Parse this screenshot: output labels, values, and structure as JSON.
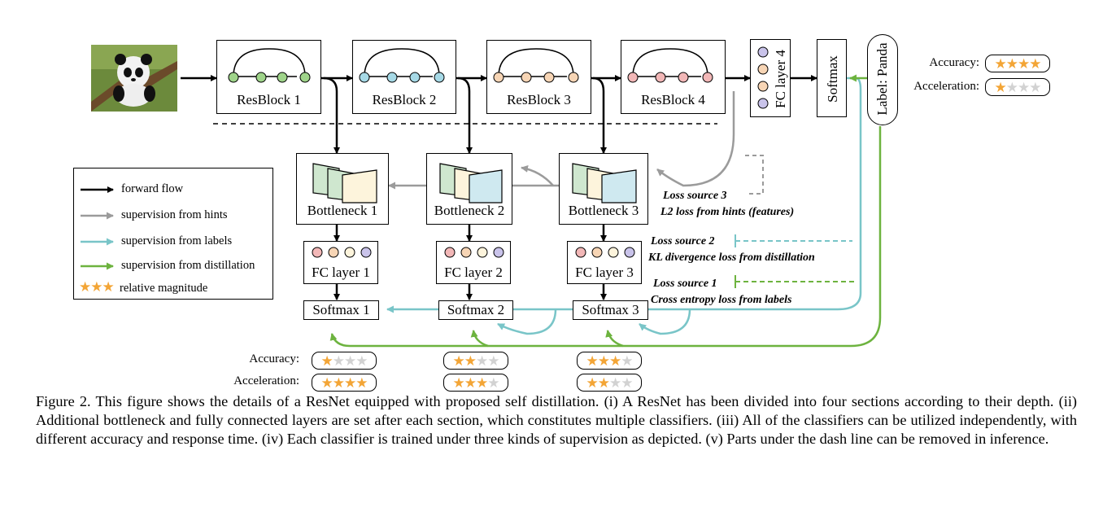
{
  "blocks": {
    "resblocks": [
      "ResBlock 1",
      "ResBlock 2",
      "ResBlock 3",
      "ResBlock 4"
    ],
    "fc4": "FC layer 4",
    "softmax_top": "Softmax",
    "label": "Label: Panda",
    "bottlenecks": [
      "Bottleneck 1",
      "Bottleneck 2",
      "Bottleneck 3"
    ],
    "fc_layers": [
      "FC layer 1",
      "FC layer 2",
      "FC layer 3"
    ],
    "softmaxes": [
      "Softmax 1",
      "Softmax 2",
      "Softmax 3"
    ]
  },
  "ratings": {
    "accuracy_label": "Accuracy:",
    "acceleration_label": "Acceleration:",
    "classifier4": {
      "accuracy": 4,
      "acceleration": 1
    },
    "classifier1": {
      "accuracy": 1,
      "acceleration": 4
    },
    "classifier2": {
      "accuracy": 2,
      "acceleration": 3
    },
    "classifier3": {
      "accuracy": 3,
      "acceleration": 2
    },
    "max_stars": 4
  },
  "legend": {
    "items": [
      {
        "text": "forward flow",
        "color": "#000000"
      },
      {
        "text": "supervision from hints",
        "color": "#9b9b9b"
      },
      {
        "text": "supervision from labels",
        "color": "#79c5c8"
      },
      {
        "text": "supervision from distillation",
        "color": "#6db33f"
      },
      {
        "text": "relative magnitude",
        "color": "#f3a536"
      }
    ]
  },
  "losses": {
    "source3": "Loss source 3",
    "source3_desc": "L2 loss from hints (features)",
    "source2": "Loss source 2",
    "source2_desc": "KL divergence loss from distillation",
    "source1": "Loss source 1",
    "source1_desc": "Cross entropy loss from labels"
  },
  "colors": {
    "hints": "#9b9b9b",
    "labels": "#79c5c8",
    "distillation": "#6db33f",
    "star_on": "#f3a536",
    "star_off": "#d2d2d2",
    "node_green": "#9fd48a",
    "node_blue": "#a6d9e6",
    "node_peach": "#f7d5b5",
    "node_pink": "#f2b7b7",
    "node_lavender": "#c9c3ea"
  },
  "caption": "Figure 2. This figure shows the details of a ResNet equipped with proposed self distillation. (i) A ResNet has been divided into four sections according to their depth. (ii) Additional bottleneck and fully connected layers are set after each section, which constitutes multiple classifiers. (iii) All of the classifiers can be utilized independently, with different accuracy and response time. (iv) Each classifier is trained under three kinds of supervision as depicted. (v) Parts under the dash line can be removed in inference."
}
